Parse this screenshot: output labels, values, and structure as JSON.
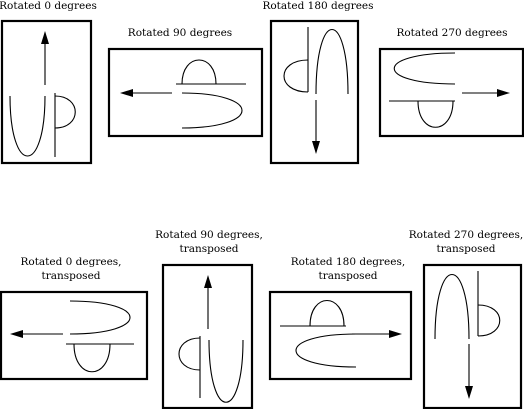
{
  "panels": [
    {
      "id": "rot0",
      "caption_lines": [
        "Rotated 0 degrees"
      ]
    },
    {
      "id": "rot90",
      "caption_lines": [
        "Rotated 90 degrees"
      ]
    },
    {
      "id": "rot180",
      "caption_lines": [
        "Rotated 180 degrees"
      ]
    },
    {
      "id": "rot270",
      "caption_lines": [
        "Rotated 270 degrees"
      ]
    },
    {
      "id": "rot0t",
      "caption_lines": [
        "Rotated 0 degrees,",
        "transposed"
      ]
    },
    {
      "id": "rot90t",
      "caption_lines": [
        "Rotated 90 degrees,",
        "transposed"
      ]
    },
    {
      "id": "rot180t",
      "caption_lines": [
        "Rotated 180 degrees,",
        "transposed"
      ]
    },
    {
      "id": "rot270t",
      "caption_lines": [
        "Rotated 270 degrees,",
        "transposed"
      ]
    }
  ]
}
